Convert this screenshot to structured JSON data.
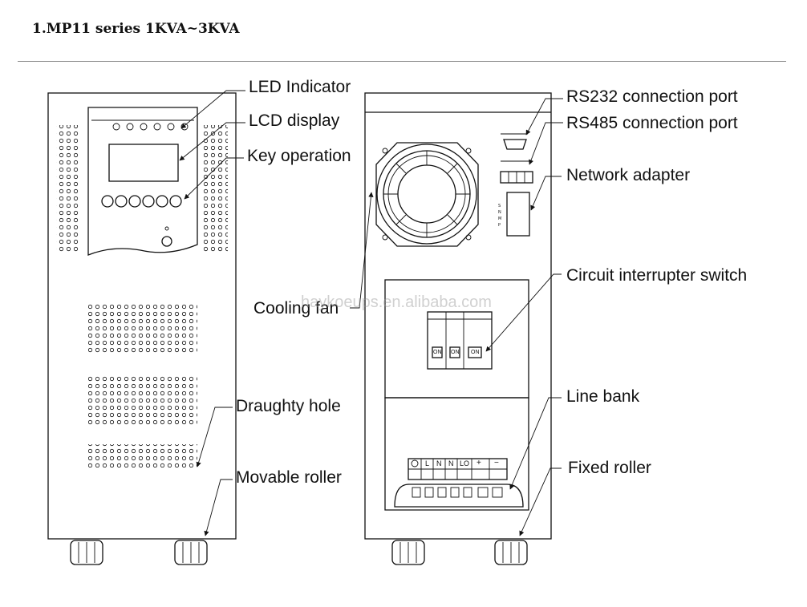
{
  "title": "1.MP11 series 1KVA~3KVA",
  "watermark": "haykoeups.en.alibaba.com",
  "front_labels": {
    "led_indicator": "LED Indicator",
    "lcd_display": "LCD display",
    "key_operation": "Key operation",
    "draughty_hole": "Draughty hole",
    "movable_roller": "Movable roller"
  },
  "rear_labels": {
    "rs232": "RS232 connection port",
    "rs485": "RS485 connection port",
    "network_adapter": "Network adapter",
    "cooling_fan": "Cooling fan",
    "circuit_switch": "Circuit interrupter switch",
    "line_bank": "Line bank",
    "fixed_roller": "Fixed roller"
  },
  "terminal_labels": [
    "L",
    "N",
    "N",
    "LO",
    "+",
    "−"
  ],
  "breaker_labels": [
    "ON",
    "ON",
    "ON"
  ]
}
